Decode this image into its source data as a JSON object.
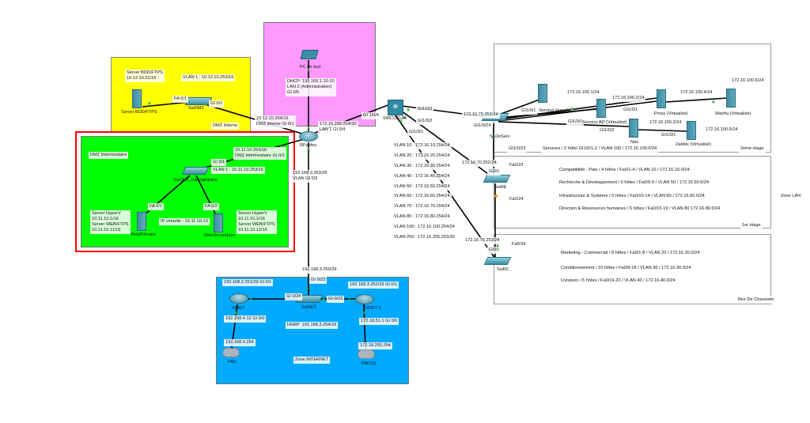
{
  "colors": {
    "dmz_interne": "#ffff00",
    "admin": "#ff99ff",
    "dmz_intermediaire": "#00ff00",
    "dmz_intermediaire_border": "#ff0000",
    "internet": "#00aaff",
    "link": "#000000",
    "port_up": "#3cb043",
    "port_pending": "#ff8c00"
  },
  "dmz_interne": {
    "zone_label": "DMZ Interne",
    "server_info": "Server BDD/FTPS\n10.12.10.31/16",
    "vlan": "VLAN 1 : 10.12.10.253/16",
    "server_name": "Server BDD/FTPS",
    "switch_name": "SwDMZ",
    "fa01": "FA 0/1",
    "gi01": "GI 0/1",
    "router_if": "10.12.10.254/16\nDMZ interne GI 0/1"
  },
  "admin": {
    "pc_name": "PC de test",
    "dhcp": "DHCP: 192.169.1.10-10\nLAN 2 (Administration)\nGI 0/5"
  },
  "router": {
    "name": "RPasfeu",
    "lan1": "172.16.255.254/30\nLAN 1 GI 0/4",
    "vlan_gi03": "192.168.3.253/29\nVLAN GI 0/3"
  },
  "dmz_intermediaire": {
    "zone_label": "DMZ Intermediaire",
    "router_if": "10.11.10.254/16\nDMZ intermediaire GI 0/2",
    "gi01": "GI 0/1",
    "vlan": "VLAN 1 : 10.11.10.253/16",
    "switch_name": "SwDMZ_Intermediaire",
    "fa01": "FA 0/1",
    "fa02": "FA 0/2",
    "web1_info": "Server HyperV\n10.11.10.1/16\nServer WEB/FTPS\n10.11.10.11/16",
    "web2_info": "Server HyperV\n10.11.10.2/16\nServer WEB/FTPS\n10.11.10.12/16",
    "vip": "IP virtuelle : 10.11.10.13",
    "web1_name": "WebPrimaire",
    "web2_name": "WebSecondaire"
  },
  "core": {
    "name": "SWCOEUR",
    "gi104": "GI 1/0/4",
    "gi103": "GI1/0/3",
    "gi102": "GI1/0/2",
    "gi101": "GI1/0/1",
    "vlans": [
      "VLAN 10 : 172.16.10.254/24",
      "VLAN 20 : 172.16.20.254/24",
      "VLAN 30 : 172.16.30.254/24",
      "VLAN 40 : 172.16.40.254/24",
      "VLAN 50 : 172.16.50.254/24",
      "VLAN 60 : 172.16.60.254/24",
      "VLAN 70 : 172.16.70.254/24",
      "VLAN 80 : 172.16.80.254/24",
      "VLAN 100 : 172.16.100.254/24",
      "VLAN 200 : 172.16.255.253/30"
    ]
  },
  "floor2": {
    "switch_name": "Sw2eServ",
    "uplink_ip": "172.16.70.251/24",
    "gi1024": "GI1/0/24",
    "gi1023": "GI1/0/23",
    "hyperv_port": "GI1/0/1",
    "hyperv_name": "Serveur HyperV",
    "ip1": "172.16.100.1/24",
    "ip2": "172.16.100.2/24",
    "ad_port_a": "GI1/0/1",
    "ad_port_b": "GI1/0/1",
    "ad_name": "Serveur AD (Virtualisé)",
    "nas_port": "GI1/0/2",
    "nas_name": "Nas",
    "ip4": "172.16.100.4/24",
    "ip6": "172.16.100.6/24",
    "proxy_name": "Proxy (Virtualisé)",
    "wazhu_name": "Wazhu (Virtualisé)",
    "ip3": "172.16.100.3/24",
    "zabbix_port": "GI1/0/1",
    "ip5": "172.16.100.5/24",
    "zabbix_name": "Zabbix (Virtualisé)",
    "caption": "Serveurs / 2 hôte/ GI1/0/1-2 / VLAN 100 / 172.16.100.0/24",
    "floor_label": "2ème étage"
  },
  "floor1": {
    "switch_name": "SwRE",
    "uplink_ip": "172.16.70.252/24",
    "gi01": "Gi0/1",
    "fa023": "Fa0/23",
    "fa024": "Fa0/24",
    "departments": [
      "Compatibilité - Paie / 4 hôtes / Fa0/1-4 / VLAN 10 / 172.16.10.0/24",
      "Recherche & Développement / 5 hôtes / Fa0/5-9 / VLAN 50 / 172.16.50.0/24",
      "Infrastructure & Système / 5 hôtes / Fa0/10-14 / VLAN 60 / 172.16.60.0/24",
      "Direction & Ressources humaines / 5 hôtes / Fa0/15-19 / VLAN 80 172.16.80.0/24"
    ],
    "floor_label": "1er étage",
    "zone_lan": "Zone LAN"
  },
  "ground": {
    "switch_name": "SwRC",
    "uplink_ip": "172.16.70.253/24",
    "gi01": "Gi0/1",
    "fa024": "Fa0/24",
    "departments": [
      "Marketing - Commercial / 8 hôtes / Fa0/1-8 / VLAN 20 / 172.16.20.0/24",
      "Conditionnement / 10 hôtes / Fa0/9-18 / VLAN 30 / 172.16.30.0/24",
      "Livraison / 5 hôtes / Fa0/19-23 / VLAN 40 / 172.16.40.0/24"
    ],
    "floor_label": "Rez De Chaussée"
  },
  "internet": {
    "uplink": "192.168.3.250/29",
    "gi023": "GI 0/23",
    "rnet_if": "192.168.3.251/29 GI 0/1",
    "rnet2_if": "192.168.3.252/29 GI 0/1",
    "gi024": "GI 0/24",
    "gi022": "GI 0/22",
    "rnet_name": "RNET",
    "swnet_name": "SwNET",
    "rnet2_name": "RNET 2",
    "rnet_wan": "192.168.4.12  GI 0/0",
    "hsrp": "HSRP: 192.168.3.254/29",
    "rnet2_wan": "172.18.51.1 GI 0/0",
    "fai1_ip": "192.168.4.254",
    "fai2_ip": "172.18.255.254",
    "zone_label": "Zone INTERNET",
    "fai1_name": "FAI1",
    "fai2_name": "FAI1(1)"
  }
}
